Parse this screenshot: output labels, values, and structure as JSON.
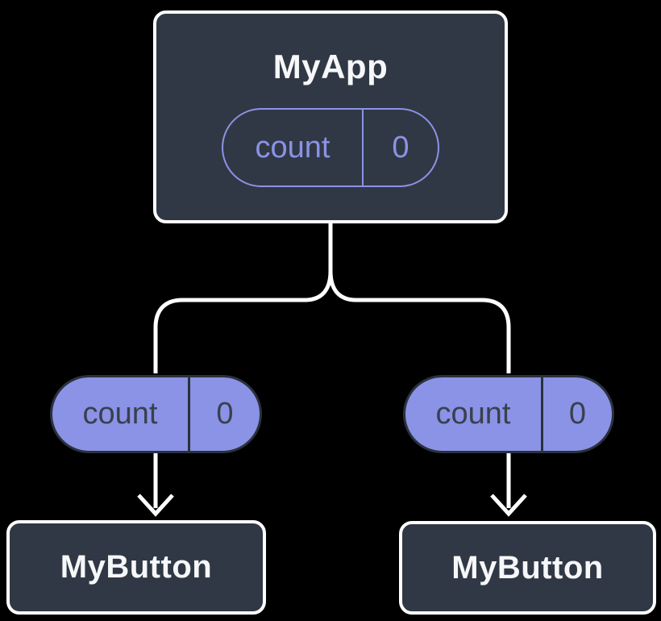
{
  "colors": {
    "background": "#000000",
    "node_fill": "#313845",
    "node_border": "#ffffff",
    "node_text": "#f6f7f9",
    "accent": "#8a93e6",
    "pill_border_dark": "#2b313d",
    "pill_text_dark": "#39404e",
    "connector": "#ffffff"
  },
  "tree": {
    "root": {
      "label": "MyApp",
      "state_pill": {
        "name": "count",
        "value": "0"
      }
    },
    "left_branch": {
      "prop_pill": {
        "name": "count",
        "value": "0"
      },
      "child": {
        "label": "MyButton"
      }
    },
    "right_branch": {
      "prop_pill": {
        "name": "count",
        "value": "0"
      },
      "child": {
        "label": "MyButton"
      }
    }
  }
}
